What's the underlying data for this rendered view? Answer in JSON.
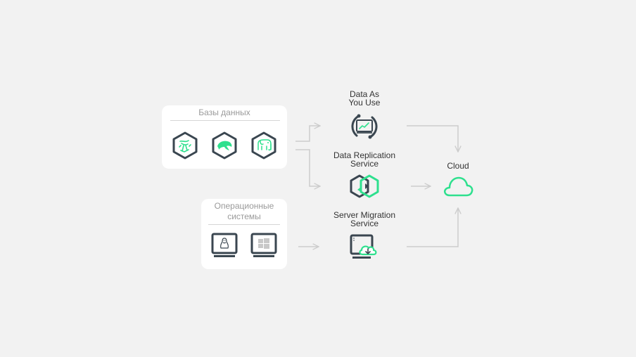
{
  "databases": {
    "title": "Базы данных",
    "icons": [
      "spark-hive-icon",
      "mysql-dolphin-icon",
      "postgresql-elephant-icon"
    ]
  },
  "os": {
    "title": "Операционные\nсистемы",
    "icons": [
      "linux-monitor-icon",
      "windows-monitor-icon"
    ]
  },
  "services": {
    "data_as_you_use": "Data As\nYou Use",
    "data_replication": "Data Replication\nService",
    "server_migration": "Server Migration\nService"
  },
  "cloud": {
    "label": "Cloud"
  },
  "colors": {
    "accent": "#2ee08e",
    "dark": "#3a4650",
    "arrow": "#cccccc",
    "background": "#f2f2f2"
  }
}
